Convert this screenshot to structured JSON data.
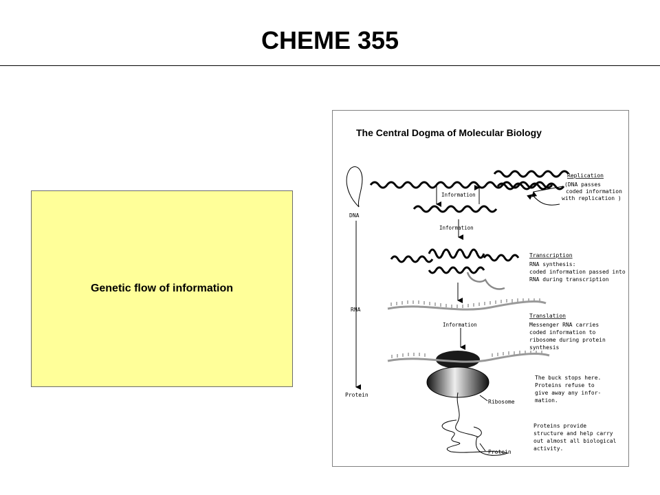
{
  "slide": {
    "title": "CHEME 355",
    "caption": "Genetic flow of information"
  },
  "figure": {
    "heading": "The Central Dogma of Molecular Biology",
    "left_labels": {
      "dna": "DNA",
      "rna": "RNA",
      "protein": "Protein"
    },
    "information_labels": [
      "Information",
      "Information",
      "Information"
    ],
    "replication": {
      "title": "Replication",
      "lines": [
        "(DNA passes",
        "coded information",
        "with replication )"
      ]
    },
    "transcription": {
      "title": "Transcription",
      "lines": [
        "RNA synthesis:",
        "coded information passed into",
        "RNA during transcription"
      ]
    },
    "translation": {
      "title": "Translation",
      "lines": [
        "Messenger RNA carries",
        "coded information to",
        "ribosome during protein",
        "synthesis"
      ]
    },
    "buck_stops": {
      "lines": [
        "The buck stops here.",
        "Proteins refuse to",
        "give away any infor-",
        "mation."
      ]
    },
    "ribosome_label": "Ribosome",
    "proteins_note": {
      "lines": [
        "Proteins provide",
        "structure and help carry",
        "out almost all biological",
        "activity."
      ]
    },
    "protein_label": "Protein"
  }
}
